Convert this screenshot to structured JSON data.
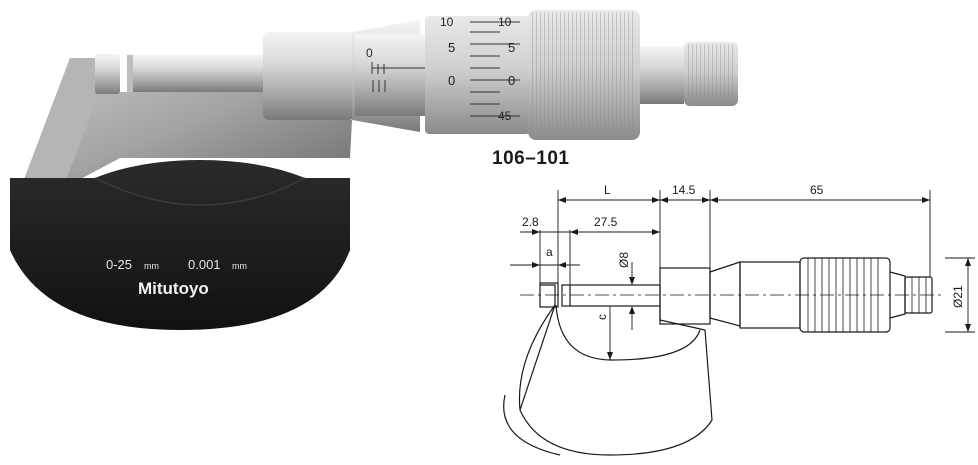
{
  "model_number": "106–101",
  "photo": {
    "range_text": "0-25",
    "range_unit": "mm",
    "resolution_text": "0.001",
    "resolution_unit": "mm",
    "brand": "Mitutoyo",
    "sleeve_marks": [
      "0"
    ],
    "thimble_marks": [
      "10",
      "5",
      "0",
      "45"
    ],
    "thimble_left_marks": [
      "10",
      "5",
      "0"
    ]
  },
  "drawing": {
    "dims": {
      "L": "L",
      "d14_5": "14.5",
      "d65": "65",
      "d2_8": "2.8",
      "d27_5": "27.5",
      "a": "a",
      "phi8": "Ø8",
      "phi21": "Ø21",
      "c": "c"
    }
  }
}
